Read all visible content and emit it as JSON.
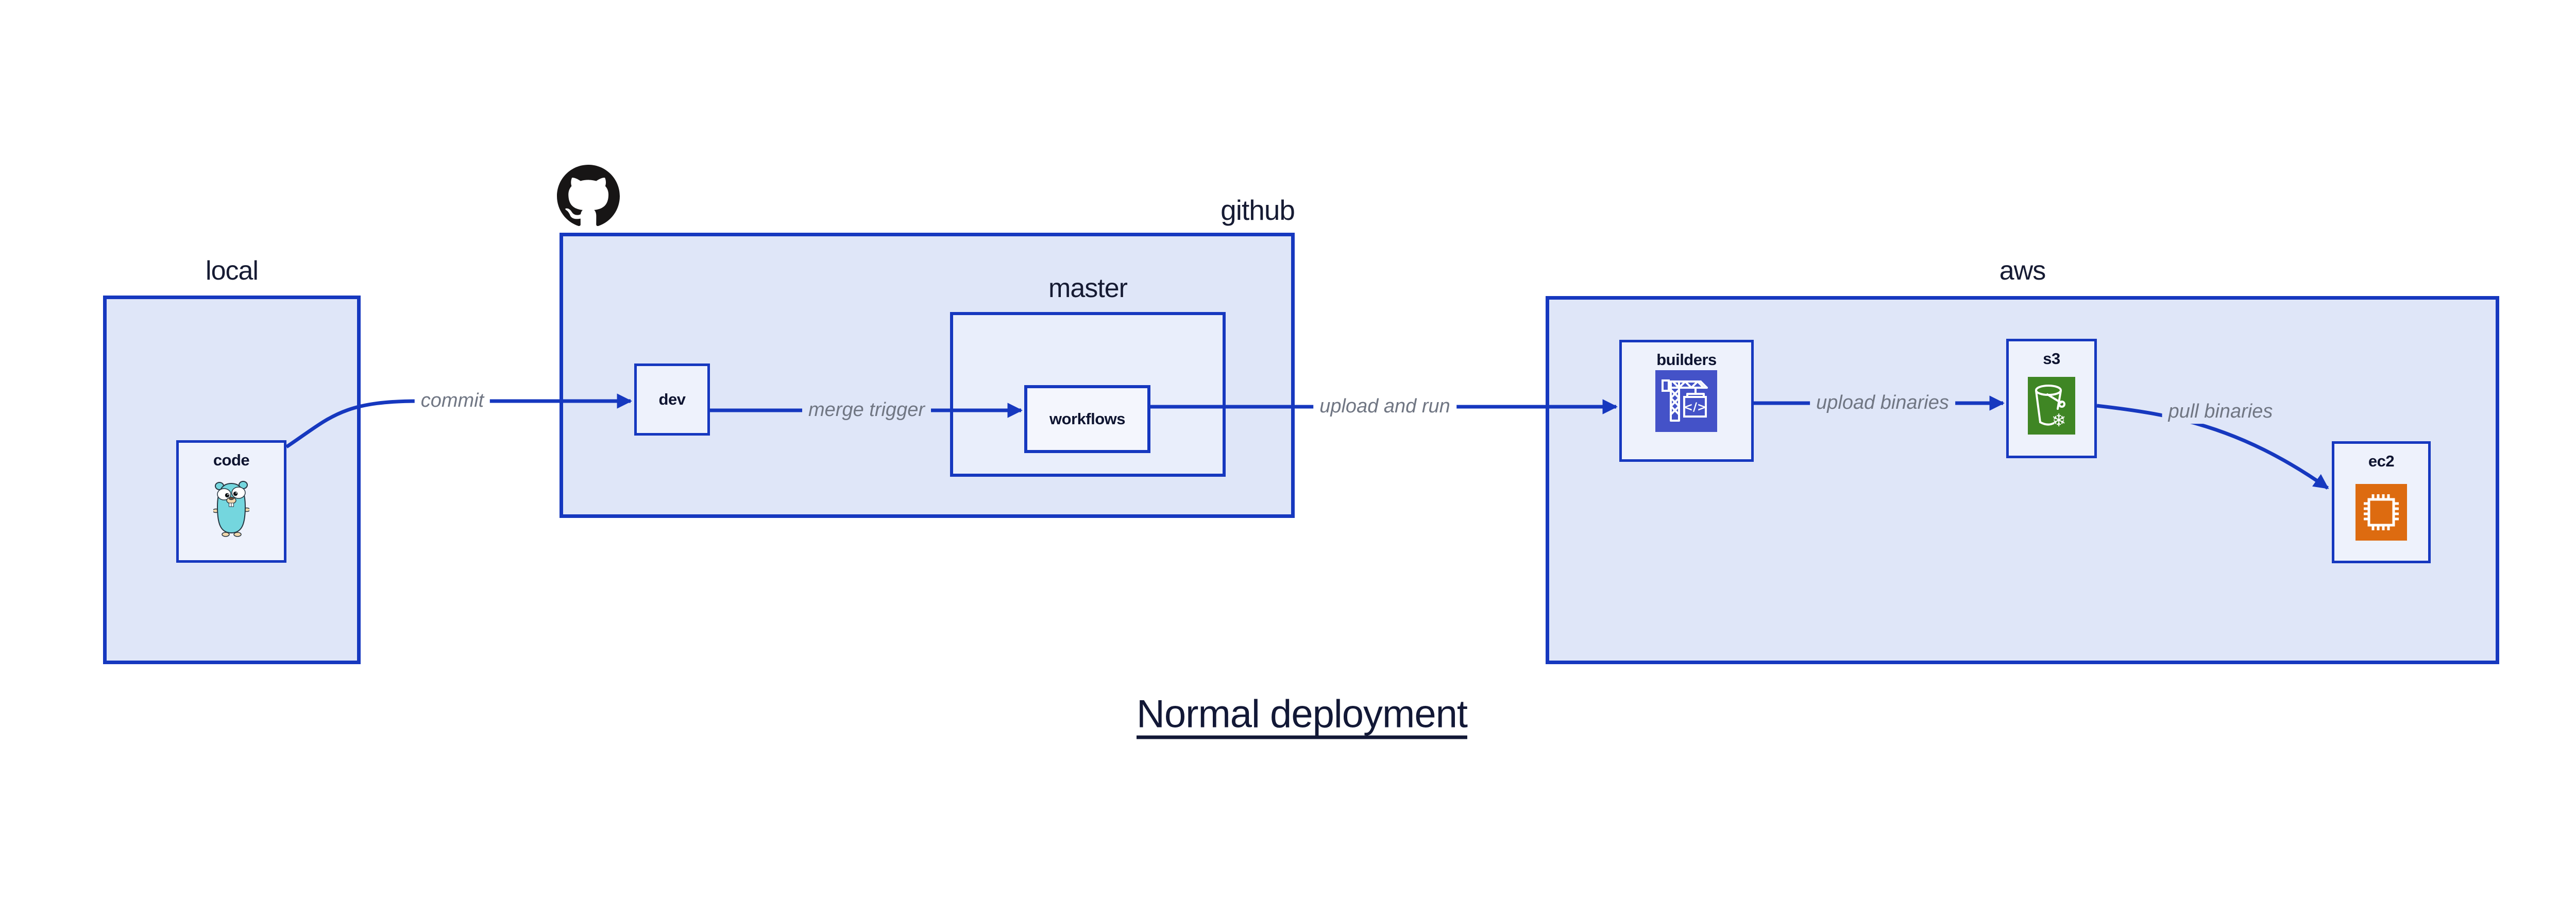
{
  "title": {
    "text": "Normal deployment"
  },
  "groups": {
    "local": {
      "label": "local"
    },
    "github": {
      "label": "github"
    },
    "master": {
      "label": "master"
    },
    "aws": {
      "label": "aws"
    }
  },
  "nodes": {
    "code": {
      "label": "code",
      "icon": "go-gopher-icon"
    },
    "dev": {
      "label": "dev"
    },
    "workflows": {
      "label": "workflows"
    },
    "builders": {
      "label": "builders",
      "icon": "aws-codebuild-icon"
    },
    "s3": {
      "label": "s3",
      "icon": "aws-s3-glacier-icon"
    },
    "ec2": {
      "label": "ec2",
      "icon": "aws-ec2-icon"
    }
  },
  "edges": {
    "commit": {
      "label": "commit",
      "from": "code",
      "to": "dev"
    },
    "merge_trigger": {
      "label": "merge trigger",
      "from": "dev",
      "to": "workflows"
    },
    "upload_and_run": {
      "label": "upload and run",
      "from": "workflows",
      "to": "builders"
    },
    "upload_binaries": {
      "label": "upload binaries",
      "from": "builders",
      "to": "s3"
    },
    "pull_binaries": {
      "label": "pull binaries",
      "from": "s3",
      "to": "ec2"
    }
  },
  "logo": {
    "name": "github-octocat-icon"
  },
  "icons": {
    "codebuild_glyph": "</>",
    "snowflake_glyph": "❄"
  },
  "colors": {
    "edge": "#1638bf",
    "group_border": "#1638bf",
    "group_fill": "#dfe6f8",
    "master_fill": "#e9eefb",
    "node_fill": "#eef2fc",
    "workflows_fill": "#f4f6fd",
    "edge_label": "#707683",
    "section_label": "#161b33",
    "node_label": "#0e1430",
    "title": "#121836",
    "codebuild": "#4452c8",
    "s3_green": "#3f8624",
    "ec2_orange": "#dd6b10",
    "octocat": "#171515"
  }
}
